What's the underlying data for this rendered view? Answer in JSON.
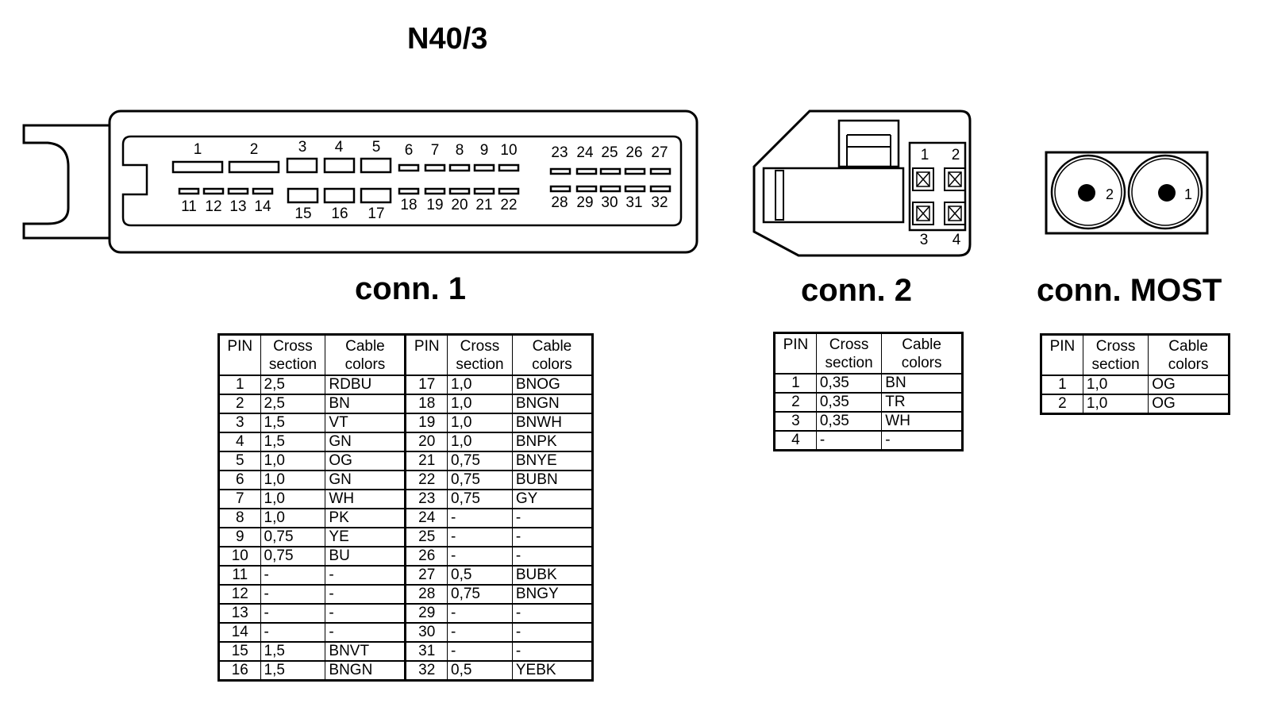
{
  "title": "N40/3",
  "connectors": {
    "conn1": {
      "label": "conn. 1",
      "pin_numbers_top": [
        "1",
        "2",
        "3",
        "4",
        "5",
        "6",
        "7",
        "8",
        "9",
        "10",
        "23",
        "24",
        "25",
        "26",
        "27"
      ],
      "pin_numbers_bottom": [
        "11",
        "12",
        "13",
        "14",
        "15",
        "16",
        "17",
        "18",
        "19",
        "20",
        "21",
        "22",
        "28",
        "29",
        "30",
        "31",
        "32"
      ]
    },
    "conn2": {
      "label": "conn. 2",
      "pin_numbers": [
        "1",
        "2",
        "3",
        "4"
      ]
    },
    "most": {
      "label": "conn. MOST",
      "pin_numbers": [
        "2",
        "1"
      ]
    }
  },
  "table_headers": {
    "pin": "PIN",
    "cross_section": "Cross section",
    "cable_colors": "Cable colors"
  },
  "conn1_table": [
    {
      "pin_a": "1",
      "cs_a": "2,5",
      "col_a": "RDBU",
      "pin_b": "17",
      "cs_b": "1,0",
      "col_b": "BNOG"
    },
    {
      "pin_a": "2",
      "cs_a": "2,5",
      "col_a": "BN",
      "pin_b": "18",
      "cs_b": "1,0",
      "col_b": "BNGN"
    },
    {
      "pin_a": "3",
      "cs_a": "1,5",
      "col_a": "VT",
      "pin_b": "19",
      "cs_b": "1,0",
      "col_b": "BNWH"
    },
    {
      "pin_a": "4",
      "cs_a": "1,5",
      "col_a": "GN",
      "pin_b": "20",
      "cs_b": "1,0",
      "col_b": "BNPK"
    },
    {
      "pin_a": "5",
      "cs_a": "1,0",
      "col_a": "OG",
      "pin_b": "21",
      "cs_b": "0,75",
      "col_b": "BNYE"
    },
    {
      "pin_a": "6",
      "cs_a": "1,0",
      "col_a": "GN",
      "pin_b": "22",
      "cs_b": "0,75",
      "col_b": "BUBN"
    },
    {
      "pin_a": "7",
      "cs_a": "1,0",
      "col_a": "WH",
      "pin_b": "23",
      "cs_b": "0,75",
      "col_b": "GY"
    },
    {
      "pin_a": "8",
      "cs_a": "1,0",
      "col_a": "PK",
      "pin_b": "24",
      "cs_b": "-",
      "col_b": "-"
    },
    {
      "pin_a": "9",
      "cs_a": "0,75",
      "col_a": "YE",
      "pin_b": "25",
      "cs_b": "-",
      "col_b": "-"
    },
    {
      "pin_a": "10",
      "cs_a": "0,75",
      "col_a": "BU",
      "pin_b": "26",
      "cs_b": "-",
      "col_b": "-"
    },
    {
      "pin_a": "11",
      "cs_a": "-",
      "col_a": "-",
      "pin_b": "27",
      "cs_b": "0,5",
      "col_b": "BUBK"
    },
    {
      "pin_a": "12",
      "cs_a": "-",
      "col_a": "-",
      "pin_b": "28",
      "cs_b": "0,75",
      "col_b": "BNGY"
    },
    {
      "pin_a": "13",
      "cs_a": "-",
      "col_a": "-",
      "pin_b": "29",
      "cs_b": "-",
      "col_b": "-"
    },
    {
      "pin_a": "14",
      "cs_a": "-",
      "col_a": "-",
      "pin_b": "30",
      "cs_b": "-",
      "col_b": "-"
    },
    {
      "pin_a": "15",
      "cs_a": "1,5",
      "col_a": "BNVT",
      "pin_b": "31",
      "cs_b": "-",
      "col_b": "-"
    },
    {
      "pin_a": "16",
      "cs_a": "1,5",
      "col_a": "BNGN",
      "pin_b": "32",
      "cs_b": "0,5",
      "col_b": "YEBK"
    }
  ],
  "conn2_table": [
    {
      "pin": "1",
      "cs": "0,35",
      "col": "BN"
    },
    {
      "pin": "2",
      "cs": "0,35",
      "col": "TR"
    },
    {
      "pin": "3",
      "cs": "0,35",
      "col": "WH"
    },
    {
      "pin": "4",
      "cs": "-",
      "col": "-"
    }
  ],
  "most_table": [
    {
      "pin": "1",
      "cs": "1,0",
      "col": "OG"
    },
    {
      "pin": "2",
      "cs": "1,0",
      "col": "OG"
    }
  ]
}
